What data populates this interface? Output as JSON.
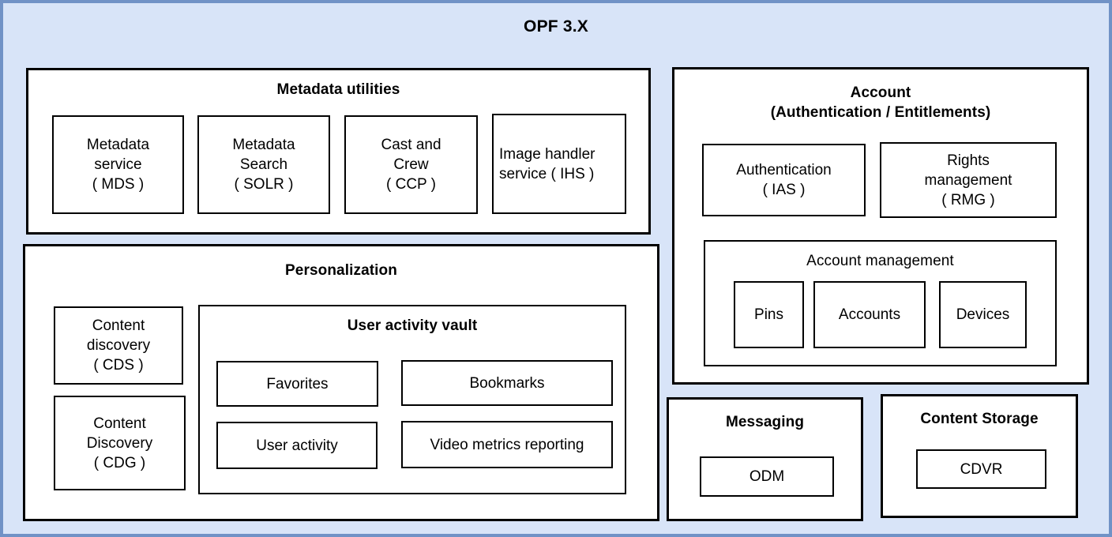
{
  "diagram": {
    "title": "OPF 3.X",
    "background_color": "#d8e4f8",
    "border_color": "#7192c6",
    "box_border_color": "#000000",
    "box_fill_color": "#ffffff"
  },
  "metadata_utilities": {
    "title": "Metadata utilities",
    "services": [
      {
        "label": "Metadata\nservice\n( MDS )"
      },
      {
        "label": "Metadata\nSearch\n( SOLR )"
      },
      {
        "label": "Cast and\nCrew\n( CCP )"
      },
      {
        "label": "Image handler\nservice ( IHS )"
      }
    ]
  },
  "personalization": {
    "title": "Personalization",
    "discovery": [
      {
        "label": "Content\ndiscovery\n( CDS )"
      },
      {
        "label": "Content\nDiscovery\n( CDG )"
      }
    ],
    "user_activity_vault": {
      "title": "User activity vault",
      "items": [
        {
          "label": "Favorites"
        },
        {
          "label": "Bookmarks"
        },
        {
          "label": "User activity"
        },
        {
          "label": "Video metrics reporting"
        }
      ]
    }
  },
  "account": {
    "title_line1": "Account",
    "title_line2": "(Authentication / Entitlements)",
    "services": [
      {
        "label": "Authentication\n( IAS )"
      },
      {
        "label": "Rights\nmanagement\n( RMG )"
      }
    ],
    "account_management": {
      "title": "Account management",
      "items": [
        {
          "label": "Pins"
        },
        {
          "label": "Accounts"
        },
        {
          "label": "Devices"
        }
      ]
    }
  },
  "messaging": {
    "title": "Messaging",
    "items": [
      {
        "label": "ODM"
      }
    ]
  },
  "content_storage": {
    "title": "Content Storage",
    "items": [
      {
        "label": "CDVR"
      }
    ]
  }
}
